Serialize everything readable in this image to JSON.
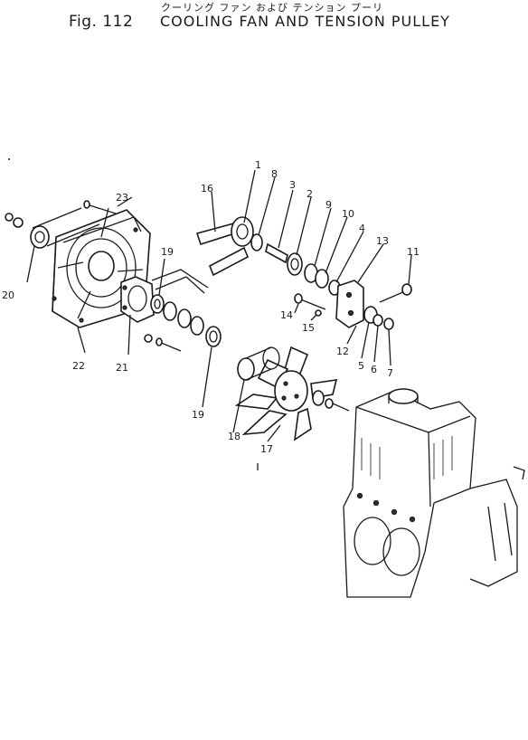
{
  "header": {
    "figure_number": "Fig. 112",
    "title_english": "COOLING FAN AND TENSION PULLEY",
    "title_japanese": "クーリング ファン および テンション プーリ"
  },
  "callouts": [
    "1",
    "2",
    "3",
    "4",
    "5",
    "6",
    "7",
    "8",
    "9",
    "10",
    "11",
    "12",
    "13",
    "14",
    "15",
    "16",
    "17",
    "18",
    "19",
    "19",
    "20",
    "21",
    "22",
    "23"
  ]
}
